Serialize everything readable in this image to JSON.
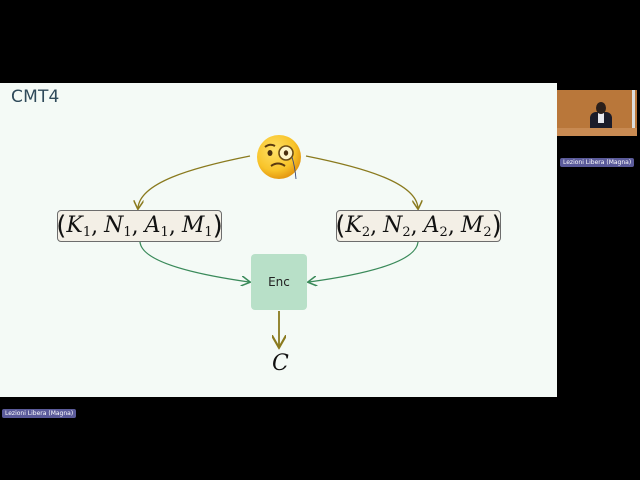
{
  "slide": {
    "title": "CMT4",
    "adversary_icon": "face-with-monocle-emoji",
    "tuple_left": {
      "open": "(",
      "items": [
        {
          "var": "K",
          "sub": "1"
        },
        {
          "var": "N",
          "sub": "1"
        },
        {
          "var": "A",
          "sub": "1"
        },
        {
          "var": "M",
          "sub": "1"
        }
      ],
      "close": ")"
    },
    "tuple_right": {
      "open": "(",
      "items": [
        {
          "var": "K",
          "sub": "2"
        },
        {
          "var": "N",
          "sub": "2"
        },
        {
          "var": "A",
          "sub": "2"
        },
        {
          "var": "M",
          "sub": "2"
        }
      ],
      "close": ")"
    },
    "enc_box_label": "Enc",
    "output_label": "C",
    "colors": {
      "background": "#f4faf6",
      "title": "#2f4a5a",
      "adversary_arrow": "#8a7a1e",
      "input_arrow": "#3a8a5a",
      "enc_fill": "#b8e0c8",
      "tuple_fill": "#f3efe6"
    }
  },
  "video": {
    "camera_label": "Lezioni Libera (Magna)",
    "main_label": "Lezioni Libera (Magna)"
  }
}
